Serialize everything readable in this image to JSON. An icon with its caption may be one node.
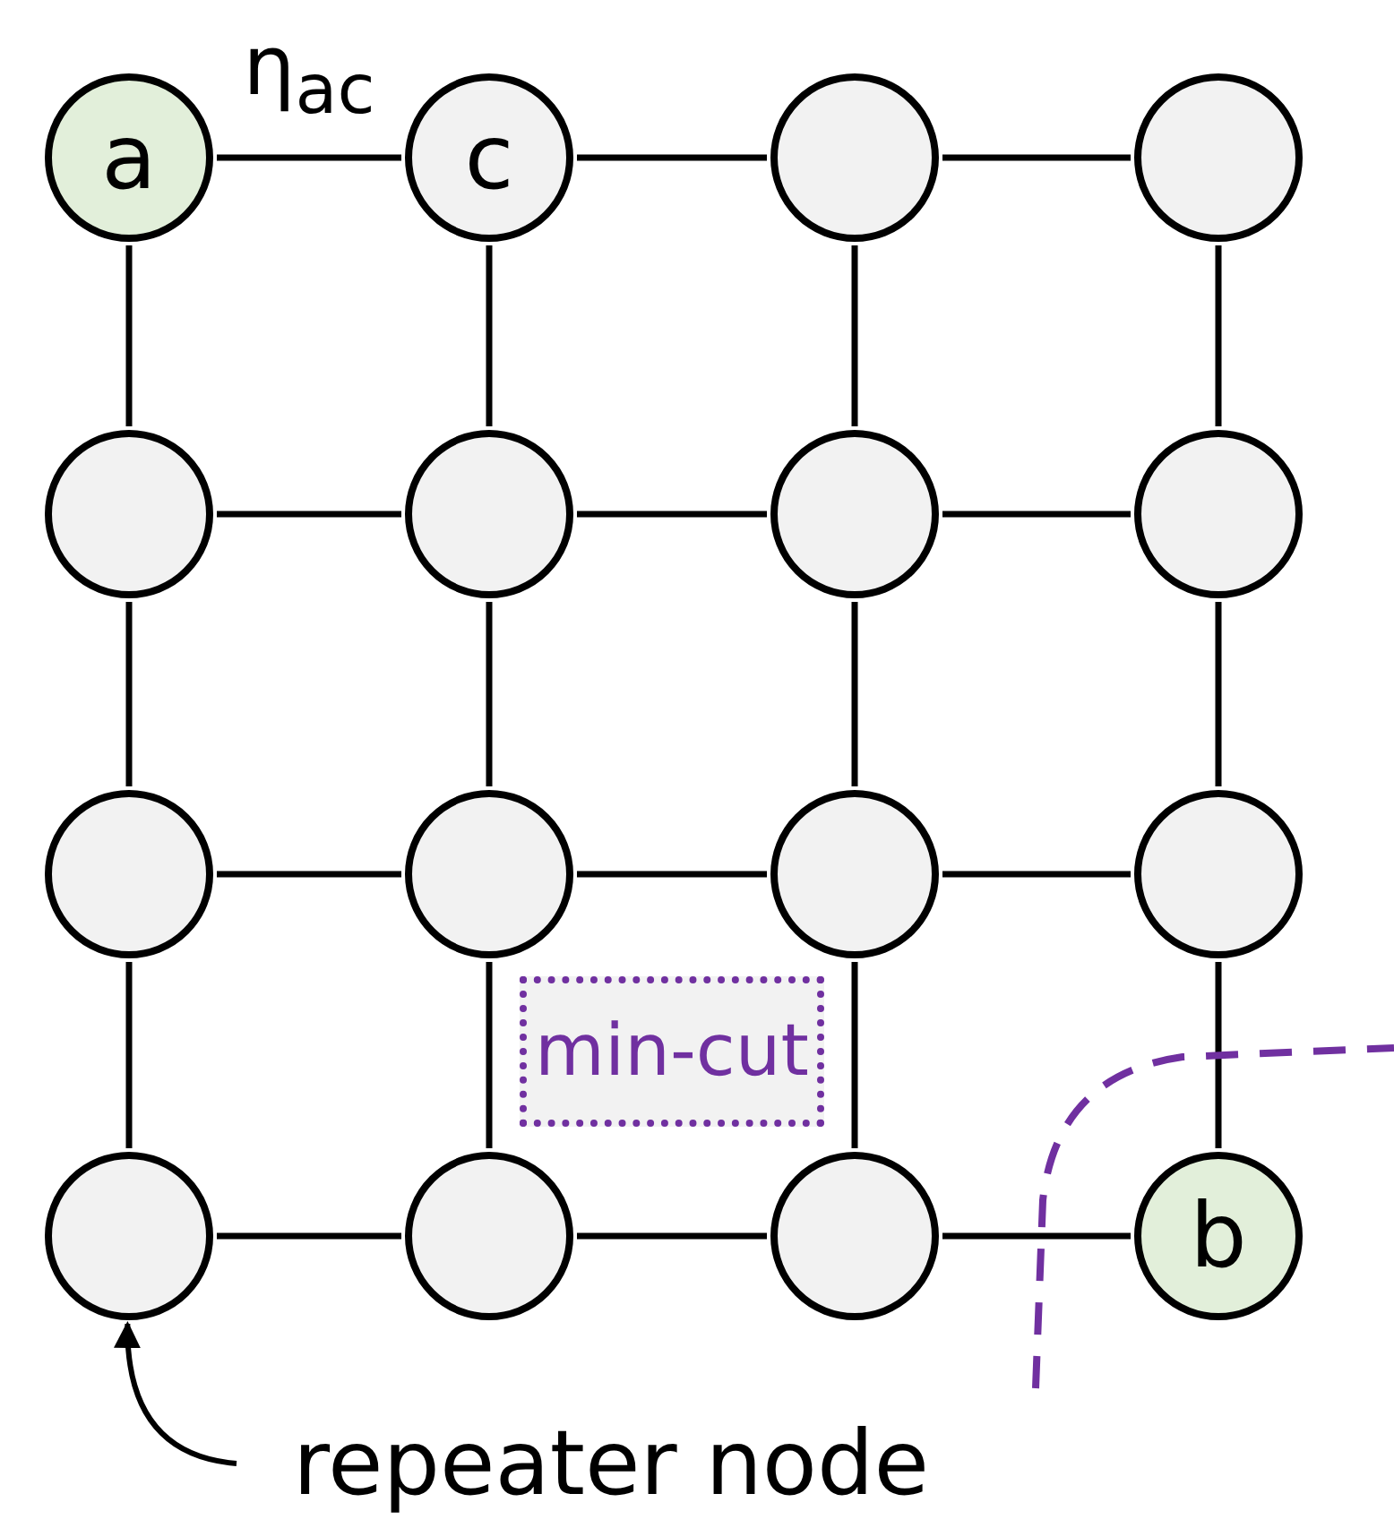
{
  "diagram": {
    "nodes": [
      {
        "text": [
          "a"
        ]
      },
      {
        "text": [
          "c"
        ]
      },
      {
        "text": [],
        "shape": "circle"
      },
      {
        "text": [],
        "shape": "circle"
      },
      {
        "text": [],
        "shape": "circle"
      },
      {
        "text": [],
        "shape": "circle"
      },
      {
        "text": [],
        "shape": "circle"
      },
      {
        "text": [],
        "shape": "circle"
      },
      {
        "text": [],
        "shape": "circle"
      },
      {
        "text": [],
        "shape": "circle"
      },
      {
        "text": [],
        "shape": "circle"
      },
      {
        "text": [],
        "shape": "circle"
      },
      {
        "text": [],
        "shape": "circle"
      },
      {
        "text": [],
        "shape": "circle"
      },
      {
        "text": [],
        "shape": "circle"
      },
      {
        "text": [
          "b"
        ]
      },
      {
        "text": [
          "min-cut"
        ]
      },
      {
        "text": [
          "repeater node"
        ]
      }
    ],
    "edges": [
      {
        "from": 0,
        "to": 1,
        "arrow": "none",
        "label": "η$_{ac}$"
      },
      {
        "from": 1,
        "to": 2,
        "arrow": "none"
      },
      {
        "from": 2,
        "to": 3,
        "arrow": "none"
      },
      {
        "from": 0,
        "to": 4,
        "arrow": "none"
      },
      {
        "from": 1,
        "to": 5,
        "arrow": "none"
      },
      {
        "from": 2,
        "to": 6,
        "arrow": "none"
      },
      {
        "from": 3,
        "to": 7,
        "arrow": "none"
      },
      {
        "from": 4,
        "to": 5,
        "arrow": "none"
      },
      {
        "from": 5,
        "to": 6,
        "arrow": "none"
      },
      {
        "from": 6,
        "to": 7,
        "arrow": "none"
      },
      {
        "from": 4,
        "to": 8,
        "arrow": "none"
      },
      {
        "from": 5,
        "to": 9,
        "arrow": "none"
      },
      {
        "from": 6,
        "to": 10,
        "arrow": "none"
      },
      {
        "from": 7,
        "to": 11,
        "arrow": "none"
      },
      {
        "from": 8,
        "to": 9,
        "arrow": "none"
      },
      {
        "from": 9,
        "to": 10,
        "arrow": "none"
      },
      {
        "from": 10,
        "to": 11,
        "arrow": "none"
      },
      {
        "from": 8,
        "to": 12,
        "arrow": "none"
      },
      {
        "from": 9,
        "to": 13,
        "arrow": "none"
      },
      {
        "from": 10,
        "to": 14,
        "arrow": "none"
      },
      {
        "from": 11,
        "to": 15,
        "arrow": "none"
      },
      {
        "from": 12,
        "to": 13,
        "arrow": "none"
      },
      {
        "from": 13,
        "to": 14,
        "arrow": "none"
      },
      {
        "from": 14,
        "to": 15,
        "arrow": "none"
      },
      {
        "from": 17,
        "to": 12,
        "arrow": "to"
      }
    ]
  }
}
